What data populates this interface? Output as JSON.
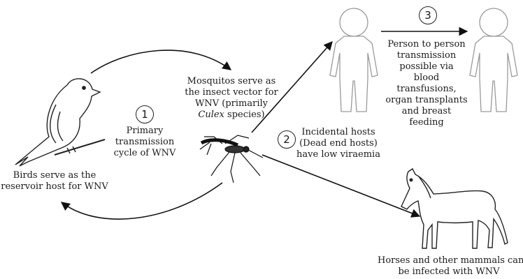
{
  "birds_label": [
    "Birds serve as the",
    "reservoir host for WNV"
  ],
  "cycle": {
    "number": "1",
    "label": [
      "Primary",
      "transmission",
      "cycle of WNV"
    ]
  },
  "mosquito_label": {
    "lines": [
      "Mosquitos serve as",
      "the insect vector for",
      "WNV (primarily"
    ],
    "last_italic": "Culex",
    "last_rest": " species)"
  },
  "incidental": {
    "number": "2",
    "label": [
      "Incidental hosts",
      "(Dead end hosts)",
      "have low viraemia"
    ]
  },
  "person_to_person": {
    "number": "3",
    "label": [
      "Person to person",
      "transmission",
      "possible via",
      "blood",
      "transfusions,",
      "organ transplants",
      "and breast",
      "feeding"
    ]
  },
  "horses_label": [
    "Horses and other mammals can",
    "be infected with WNV"
  ],
  "colors": {
    "line": "#111111",
    "figure_stroke": "#9a9a9a",
    "figure_fill": "#ffffff"
  },
  "icons": [
    "bird-icon",
    "mosquito-icon",
    "person-icon",
    "horse-icon"
  ]
}
